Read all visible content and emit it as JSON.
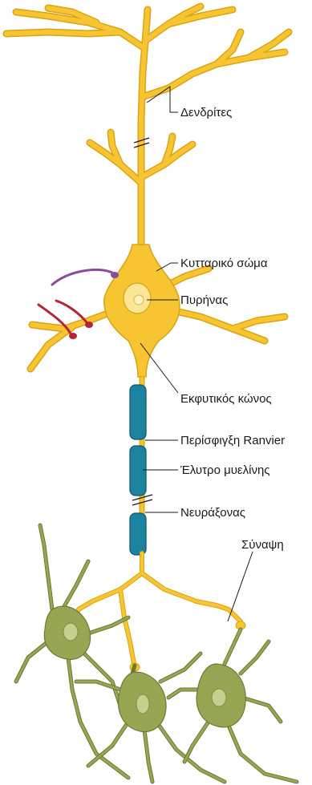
{
  "labels": {
    "dendrites": "Δενδρίτες",
    "cell_body": "Κυτταρικό σώμα",
    "nucleus": "Πυρήνας",
    "axon_hillock": "Εκφυτικός κώνος",
    "node_of_ranvier": "Περίσφιγξη Ranvier",
    "myelin_sheath": "Έλυτρο μυελίνης",
    "axon": "Νευράξονας",
    "synapse": "Σύναψη"
  },
  "colors": {
    "neuron": "#f7c531",
    "neuron_outline": "#d9a415",
    "nucleus": "#fbe596",
    "myelin": "#1d82a0",
    "myelin_outline": "#0f5a72",
    "target_cells": "#97a653",
    "target_nucleus": "#c7cf8e",
    "input_axon_purple": "#8a4c9c",
    "input_axon_red": "#b5243a"
  }
}
